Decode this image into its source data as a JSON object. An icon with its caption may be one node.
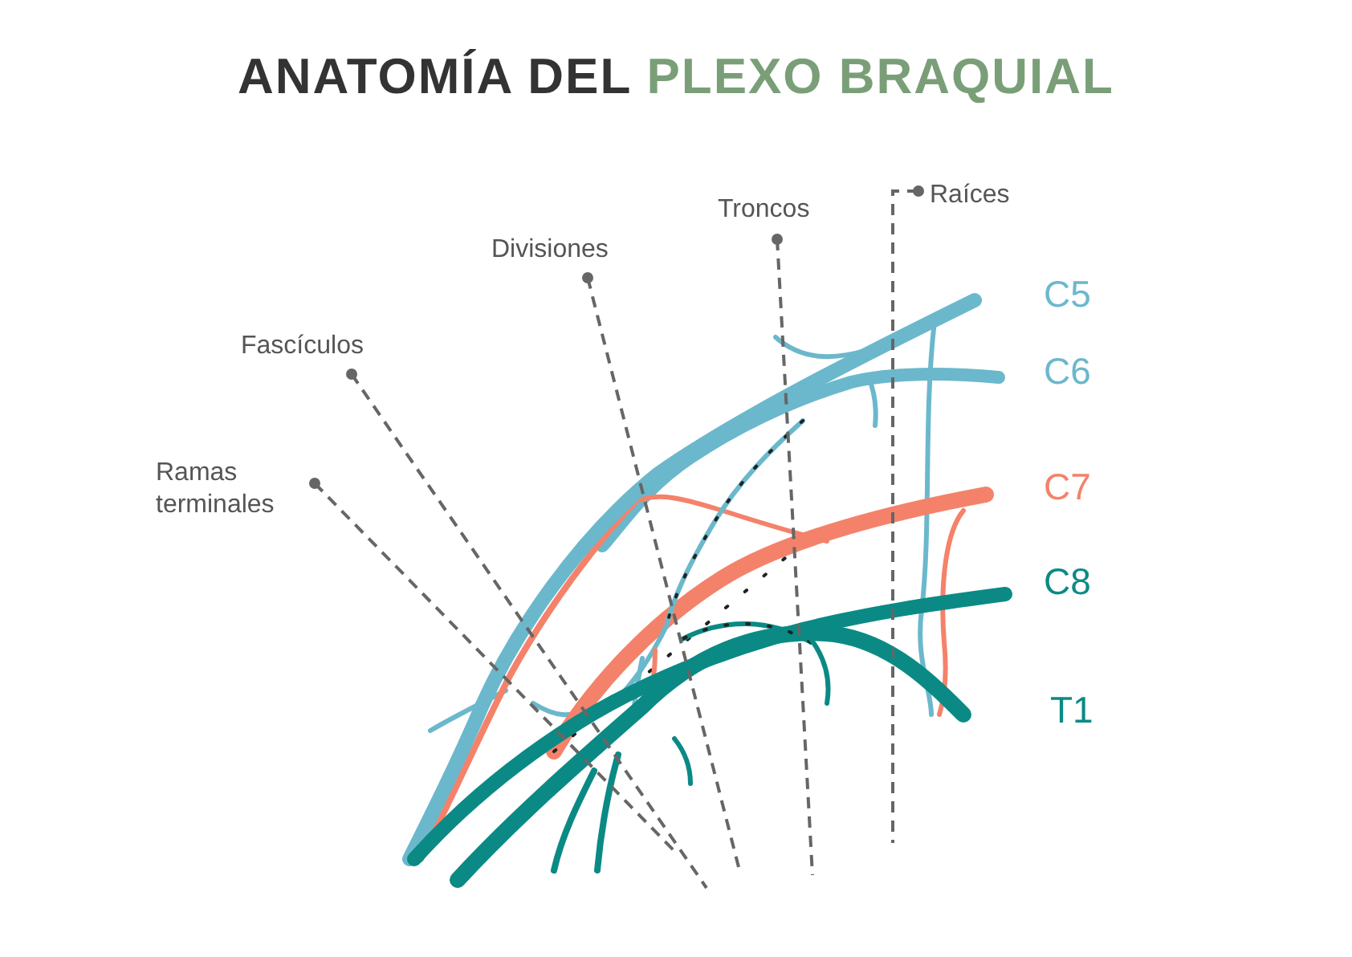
{
  "diagram": {
    "title": "ANATOMÍA DEL **PLEXO BRAQUIAL**",
    "nodes": [
      {
        "text": [
          "Raíces"
        ]
      },
      {
        "text": [
          "Troncos"
        ]
      },
      {
        "text": [
          "Divisiones"
        ]
      },
      {
        "text": [
          "Fascículos"
        ]
      },
      {
        "text": [
          "Ramas terminales"
        ]
      }
    ],
    "edges": [
      {
        "from": 0,
        "to": null,
        "arrow": "other",
        "style": "dashed"
      },
      {
        "from": 1,
        "to": null,
        "arrow": "other",
        "style": "dashed"
      },
      {
        "from": 2,
        "to": null,
        "arrow": "other",
        "style": "dashed"
      },
      {
        "from": 3,
        "to": null,
        "arrow": "other",
        "style": "dashed"
      },
      {
        "from": 4,
        "to": null,
        "arrow": "other",
        "style": "dashed"
      }
    ],
    "labels": [
      "C5",
      "C6",
      "C7",
      "C8",
      "T1"
    ]
  }
}
